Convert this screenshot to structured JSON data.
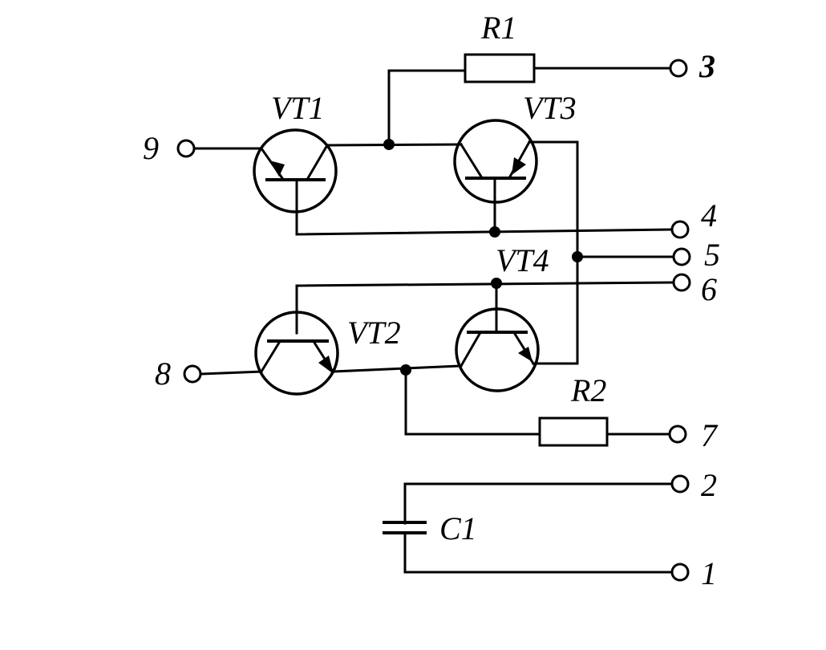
{
  "components": {
    "R1": "R1",
    "R2": "R2",
    "C1": "C1",
    "VT1": "VT1",
    "VT2": "VT2",
    "VT3": "VT3",
    "VT4": "VT4"
  },
  "terminals": {
    "t1": "1",
    "t2": "2",
    "t3": "3",
    "t4": "4",
    "t5": "5",
    "t6": "6",
    "t7": "7",
    "t8": "8",
    "t9": "9"
  }
}
